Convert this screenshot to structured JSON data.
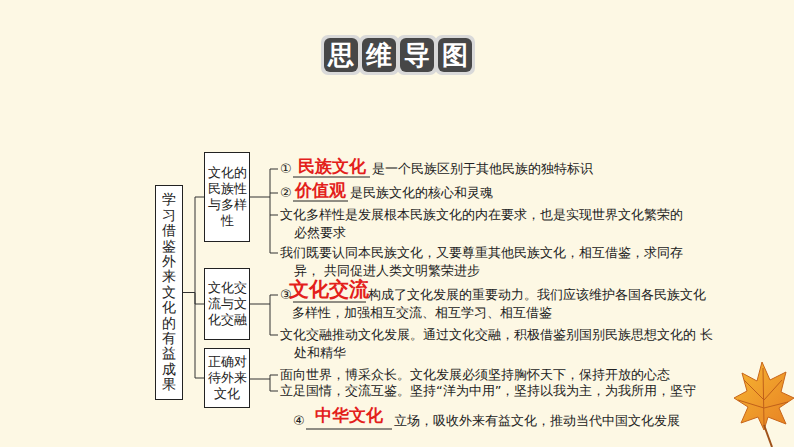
{
  "diagram": {
    "title": "思维导图",
    "nodes": [
      {
        "text": [
          "学习借鉴外来文化的有益成果"
        ]
      },
      {
        "text": [
          "文化的民族性与多样性"
        ]
      },
      {
        "text": [
          "文化交流与文化交融"
        ]
      },
      {
        "text": [
          "正确对待外来文化"
        ]
      }
    ],
    "edges": [
      {
        "from": 0,
        "to": 1,
        "arrow": "none"
      },
      {
        "from": 0,
        "to": 2,
        "arrow": "none"
      },
      {
        "from": 0,
        "to": 3,
        "arrow": "none"
      }
    ],
    "labels": [
      "民族文化",
      "①",
      "是一个民族区别于其他民族的独特标识",
      "价值观",
      "②",
      "是民族文化的核心和灵魂",
      "文化多样性是发展根本民族文化的内在要求，也是实现世界文化繁荣的 必然要求",
      "我们既要认同本民族文化，又要尊重其他民族文化，相互借鉴，求同存异， 共同促进人类文明繁荣进步",
      "文化交流",
      "③",
      "构成了文化发展的重要动力。我们应该维护各国各民族文化 多样性，加强相互交流、相互学习、相互借鉴",
      "文化交融推动文化发展。通过文化交融，积极借鉴别国别民族思想文化的 长处和精华",
      "面向世界，博采众长。文化发展必须坚持胸怀天下，保持开放的心态",
      "立足国情，交流互鉴。坚持“洋为中用”，坚持以我为主，为我所用，坚守",
      "中华文化",
      "④",
      "立场，吸收外来有益文化，推动当代中国文化发展"
    ]
  }
}
